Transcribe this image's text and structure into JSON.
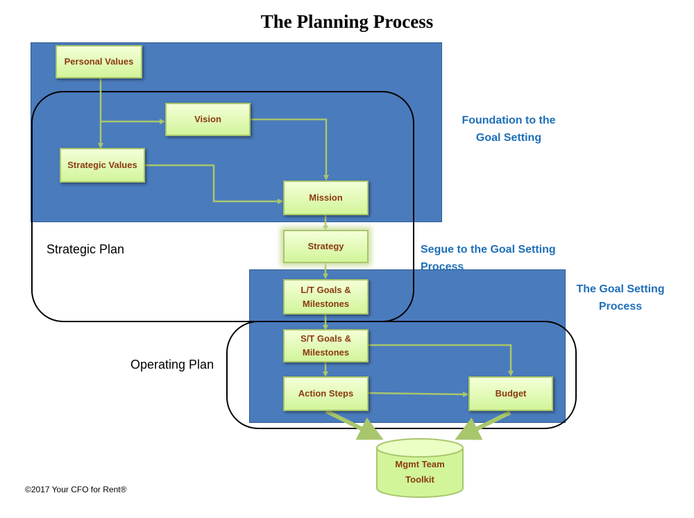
{
  "title": "The Planning Process",
  "nodes": {
    "personal_values": "Personal Values",
    "vision": "Vision",
    "strategic_values": "Strategic Values",
    "mission": "Mission",
    "strategy": "Strategy",
    "lt_goals_line1": "L/T Goals &",
    "lt_goals_line2": "Milestones",
    "st_goals_line1": "S/T Goals &",
    "st_goals_line2": "Milestones",
    "action_steps": "Action Steps",
    "budget": "Budget",
    "toolkit_line1": "Mgmt Team",
    "toolkit_line2": "Toolkit"
  },
  "side_labels": {
    "foundation_line1": "Foundation to the",
    "foundation_line2": "Goal Setting",
    "segue": "Segue to the Goal Setting Process",
    "goal_setting_line1": "The Goal Setting",
    "goal_setting_line2": "Process"
  },
  "plan_labels": {
    "strategic": "Strategic Plan",
    "operating": "Operating Plan"
  },
  "copyright": "©2017 Your CFO for Rent®",
  "colors": {
    "region_fill": "#4a7bbc",
    "node_fill": "#d2f59a",
    "node_text": "#8a3a10",
    "arrow": "#a8c66c",
    "label_blue": "#1e6fb8"
  }
}
